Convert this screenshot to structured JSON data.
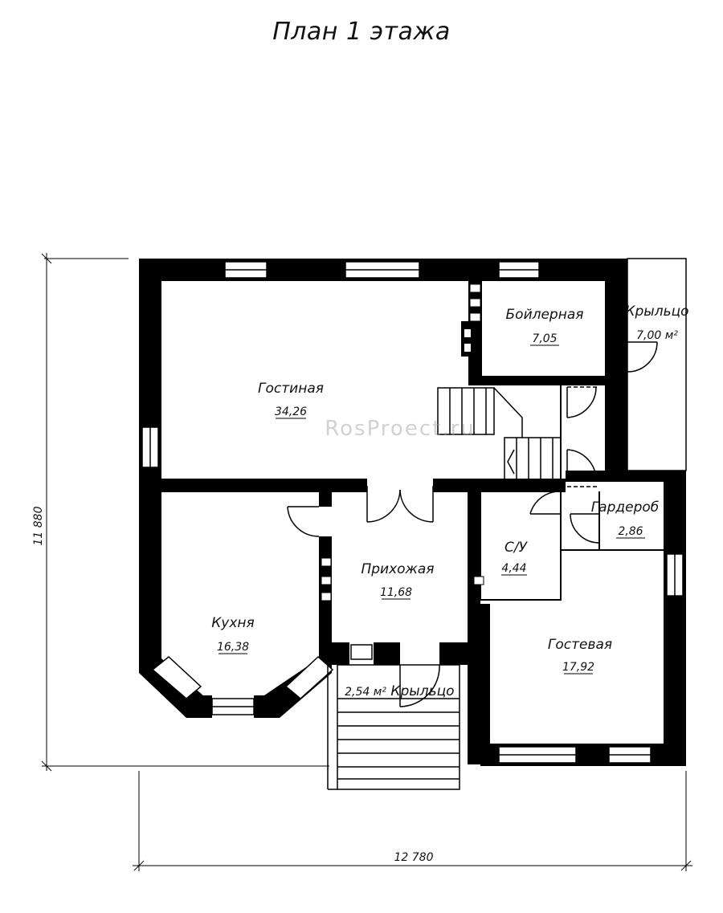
{
  "title": "План 1 этажа",
  "watermark": "RosProect.ru",
  "rooms": {
    "living": {
      "name": "Гостиная",
      "area": "34,26"
    },
    "boiler": {
      "name": "Бойлерная",
      "area": "7,05"
    },
    "porch_side": {
      "name": "Крыльцо",
      "area": "7,00 м²"
    },
    "kitchen": {
      "name": "Кухня",
      "area": "16,38"
    },
    "hall": {
      "name": "Прихожая",
      "area": "11,68"
    },
    "wc": {
      "name": "С/У",
      "area": "4,44"
    },
    "wardrobe": {
      "name": "Гардероб",
      "area": "2,86"
    },
    "guest": {
      "name": "Гостевая",
      "area": "17,92"
    },
    "porch_front": {
      "name": "Крыльцо",
      "area": "2,54 м²"
    }
  },
  "dimensions": {
    "width": "12 780",
    "height": "11 880"
  }
}
